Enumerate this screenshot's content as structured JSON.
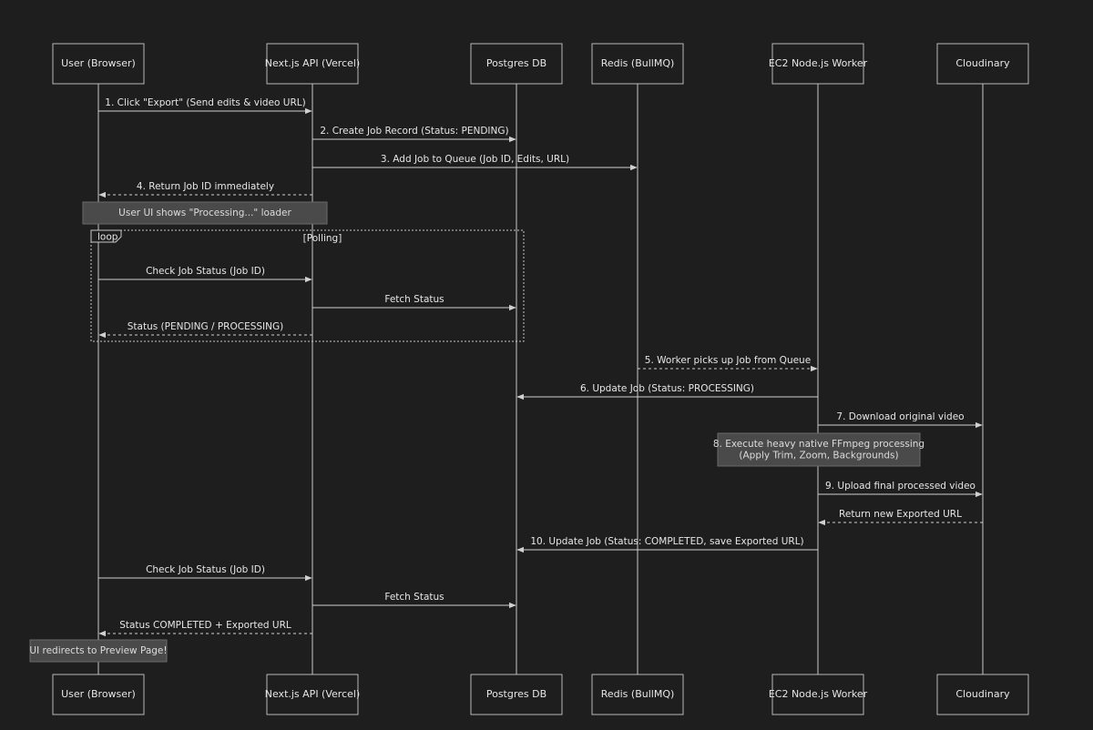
{
  "actors": [
    {
      "id": "user",
      "label": "User (Browser)"
    },
    {
      "id": "api",
      "label": "Next.js API (Vercel)"
    },
    {
      "id": "db",
      "label": "Postgres DB"
    },
    {
      "id": "redis",
      "label": "Redis (BullMQ)"
    },
    {
      "id": "worker",
      "label": "EC2 Node.js Worker"
    },
    {
      "id": "cdn",
      "label": "Cloudinary"
    }
  ],
  "messages": [
    {
      "from": "user",
      "to": "api",
      "label": "1. Click \"Export\" (Send edits & video URL)",
      "dashed": false
    },
    {
      "from": "api",
      "to": "db",
      "label": "2. Create Job Record (Status: PENDING)",
      "dashed": false
    },
    {
      "from": "api",
      "to": "redis",
      "label": "3. Add Job to Queue (Job ID, Edits, URL)",
      "dashed": false
    },
    {
      "from": "api",
      "to": "user",
      "label": "4. Return Job ID immediately",
      "dashed": true
    },
    {
      "from": "user",
      "to": "api",
      "label": "Check Job Status (Job ID)",
      "dashed": false
    },
    {
      "from": "api",
      "to": "db",
      "label": "Fetch Status",
      "dashed": false
    },
    {
      "from": "api",
      "to": "user",
      "label": "Status (PENDING / PROCESSING)",
      "dashed": true
    },
    {
      "from": "redis",
      "to": "worker",
      "label": "5. Worker picks up Job from Queue",
      "dashed": true
    },
    {
      "from": "worker",
      "to": "db",
      "label": "6. Update Job (Status: PROCESSING)",
      "dashed": false
    },
    {
      "from": "worker",
      "to": "cdn",
      "label": "7. Download original video",
      "dashed": false
    },
    {
      "from": "worker",
      "to": "cdn",
      "label": "9. Upload final processed video",
      "dashed": false
    },
    {
      "from": "cdn",
      "to": "worker",
      "label": "Return new Exported URL",
      "dashed": true
    },
    {
      "from": "worker",
      "to": "db",
      "label": "10. Update Job (Status: COMPLETED, save Exported URL)",
      "dashed": false
    },
    {
      "from": "user",
      "to": "api",
      "label": "Check Job Status (Job ID)",
      "dashed": false
    },
    {
      "from": "api",
      "to": "db",
      "label": "Fetch Status",
      "dashed": false
    },
    {
      "from": "api",
      "to": "user",
      "label": "Status COMPLETED + Exported URL",
      "dashed": true
    }
  ],
  "notes": [
    {
      "lines": [
        "User UI shows \"Processing...\" loader"
      ]
    },
    {
      "lines": [
        "8. Execute heavy native FFmpeg processing",
        "(Apply Trim, Zoom, Backgrounds)"
      ]
    },
    {
      "lines": [
        "UI redirects to Preview Page!"
      ]
    }
  ],
  "loop": {
    "label": "loop",
    "condition": "[Polling]"
  }
}
